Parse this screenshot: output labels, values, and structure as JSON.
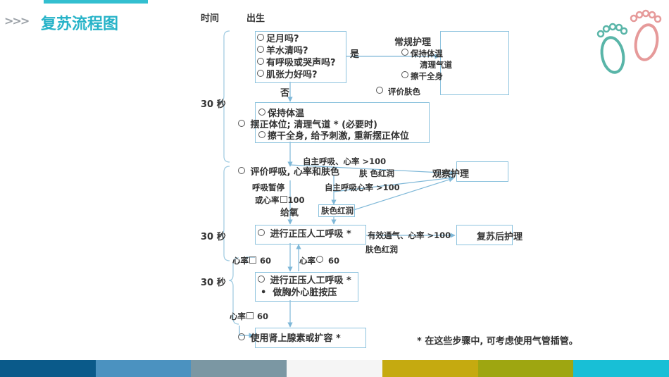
{
  "header": {
    "chevrons": ">>>",
    "title": "复苏流程图"
  },
  "columns": {
    "time": "时间",
    "birth": "出生"
  },
  "time_labels": [
    "30 秒",
    "30 秒",
    "30 秒"
  ],
  "box1": {
    "lines": [
      "足月吗?",
      "羊水清吗?",
      "有呼吸或哭声吗?",
      "肌张力好吗?"
    ]
  },
  "yes_label": "是",
  "no_label": "否",
  "routine": {
    "title": "常规护理",
    "items": [
      "保持体温",
      "清理气道",
      "擦干全身"
    ],
    "eval": "评价肤色"
  },
  "box2": {
    "lines": [
      "保持体温",
      "摆正体位; 清理气道 * (必要时)",
      "擦干全身, 给予刺激, 重新摆正体位"
    ]
  },
  "branch_a": "自主呼吸、心率 >100",
  "eval_text": "评价呼吸, 心率和肤色",
  "skin_pink_a": "肤 色红润",
  "observe": "观察护理",
  "apnea": {
    "line1": "呼吸暂停",
    "line2": "或心率",
    "value": "100"
  },
  "spont_hr": "自主呼吸心率 >100",
  "oxygen": "给氧",
  "skin_pink_box": "肤色红润",
  "box3": "进行正压人工呼吸 *",
  "effective": "有效通气、心率 >100",
  "effective_pink": "肤色红润",
  "post_care": "复苏后护理",
  "hr_left": {
    "label": "心率",
    "value": "60"
  },
  "hr_mid": {
    "label": "心率",
    "value": "60"
  },
  "box4": {
    "line1": "进行正压人工呼吸 *",
    "line2": "做胸外心脏按压"
  },
  "hr_bottom": {
    "label": "心率",
    "value": "60"
  },
  "final": "使用肾上腺素或扩容 *",
  "footnote": "* 在这些步骤中, 可考虑使用气管插管。",
  "colors": {
    "title": "#27b3c8",
    "box_border": "#8dc3de",
    "arrow": "#7fb8d8",
    "stripes": [
      "#0a5a8a",
      "#4b92c0",
      "#7b97a3",
      "#f5f5f5",
      "#c5aa10",
      "#9ea611",
      "#18bfd6"
    ]
  }
}
